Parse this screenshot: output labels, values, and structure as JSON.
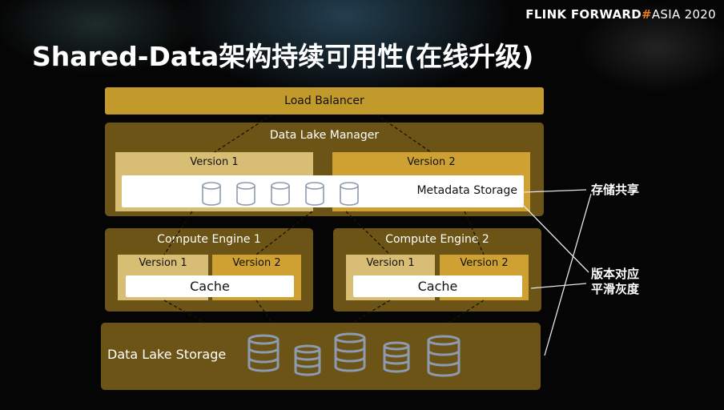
{
  "header": {
    "brand_main": "FLINK FORWARD",
    "brand_hash": "#",
    "brand_event": "ASIA 2020",
    "title": "Shared-Data架构持续可用性(在线升级)"
  },
  "diagram": {
    "load_balancer": "Load Balancer",
    "data_lake_manager": {
      "label": "Data Lake Manager",
      "version1": "Version 1",
      "version2": "Version 2",
      "metadata_storage": "Metadata Storage"
    },
    "compute_engines": [
      {
        "label": "Compute Engine 1",
        "version1": "Version 1",
        "version2": "Version 2",
        "cache": "Cache"
      },
      {
        "label": "Compute Engine 2",
        "version1": "Version 1",
        "version2": "Version 2",
        "cache": "Cache"
      }
    ],
    "data_lake_storage": "Data Lake Storage"
  },
  "annotations": {
    "storage_sharing": "存储共享",
    "version_line1": "版本对应",
    "version_line2": "平滑灰度"
  },
  "colors": {
    "background": "#050505",
    "gold_dark": "#6b5415",
    "gold": "#cfa133",
    "gold_light": "#d8bd74",
    "load_balancer": "#c29a2b",
    "brand_hash": "#e87a1e",
    "icon_stroke": "#8d9ab0"
  }
}
